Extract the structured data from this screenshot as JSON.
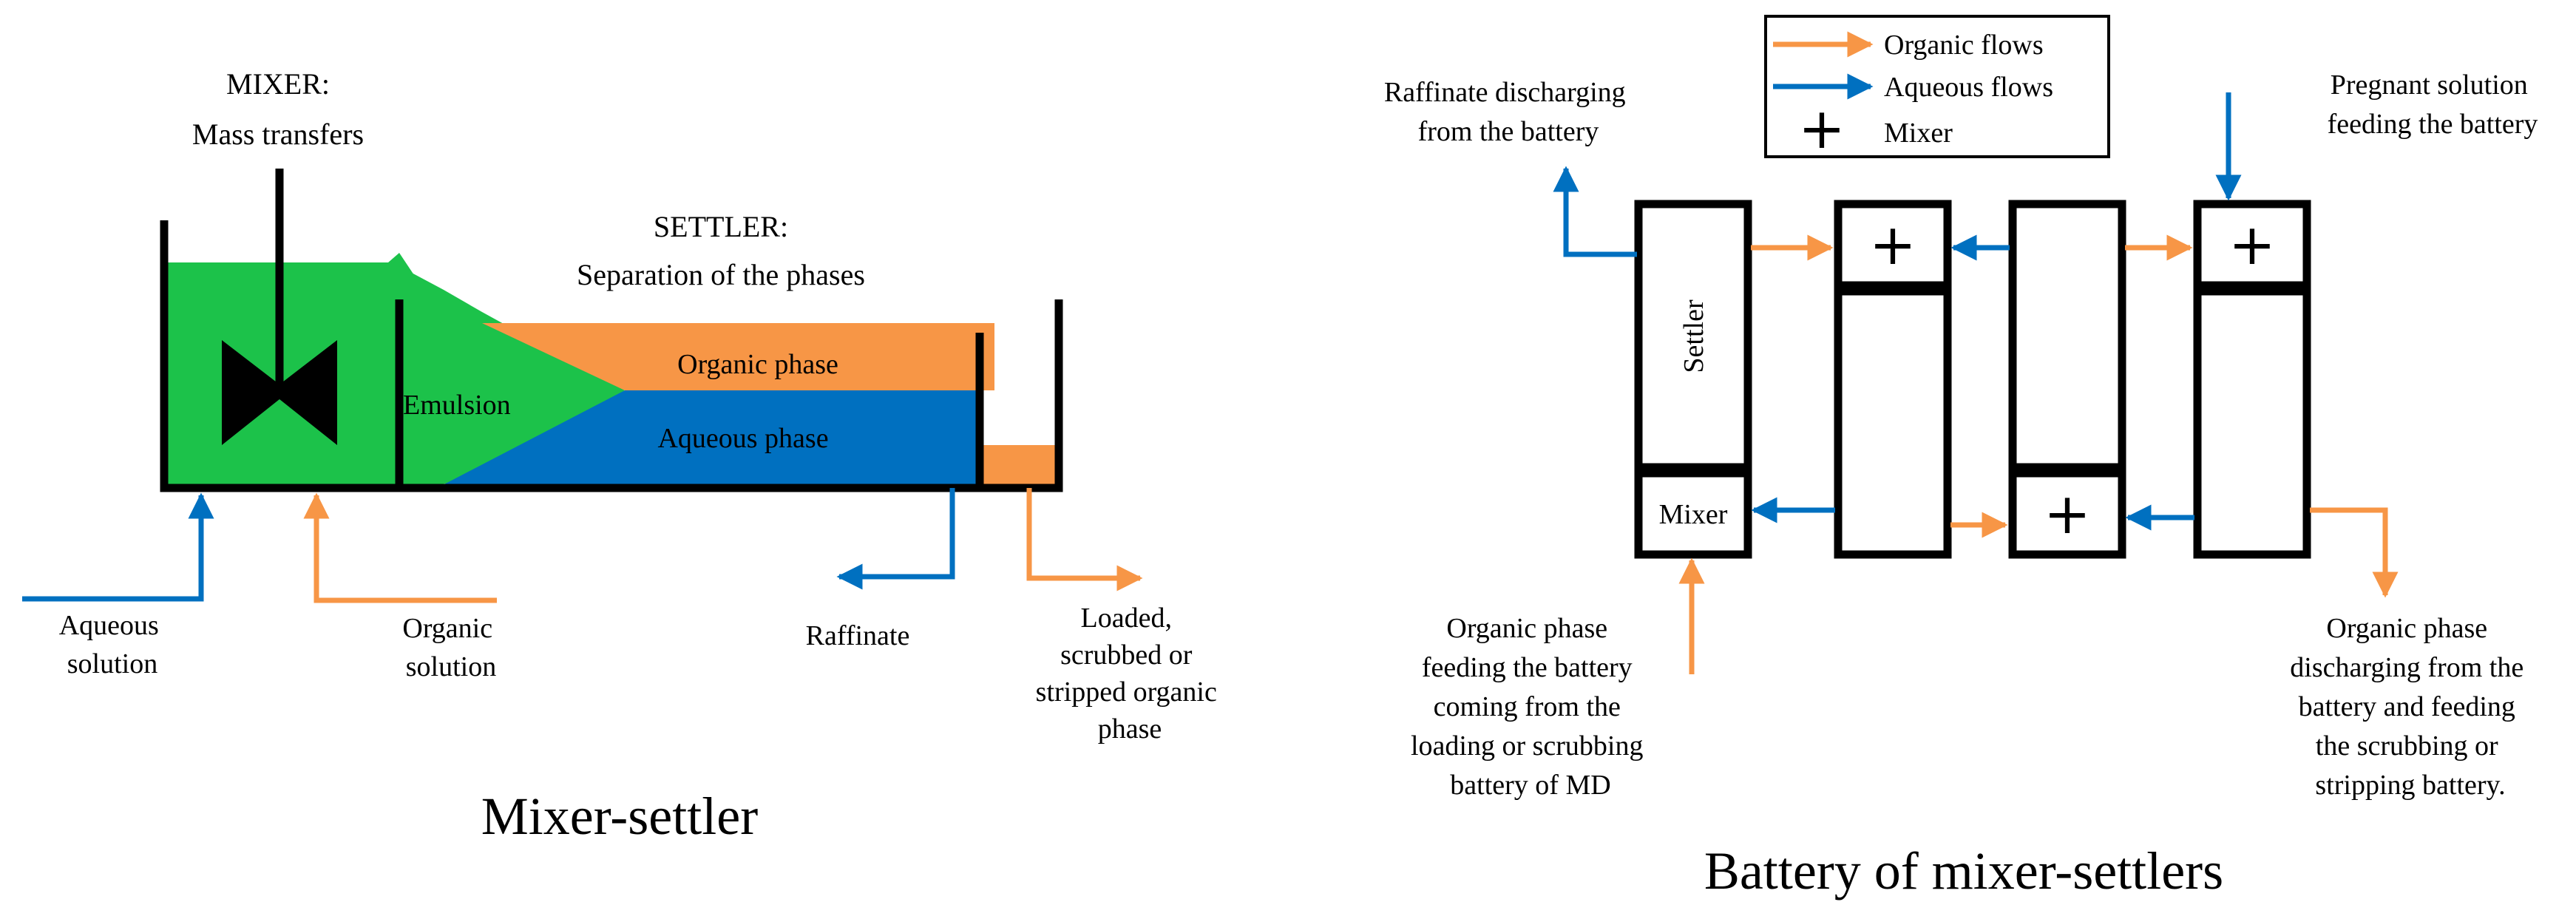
{
  "colors": {
    "organic": "#F79646",
    "aqueous": "#0070C0",
    "emulsion": "#1CC24A",
    "stroke": "#000000"
  },
  "mixer_settler": {
    "mixer_title": "MIXER:",
    "mixer_subtitle": "Mass transfers",
    "settler_title": "SETTLER:",
    "settler_subtitle": "Separation of the phases",
    "emulsion": "Emulsion",
    "organic_phase": "Organic phase",
    "aqueous_phase": "Aqueous phase",
    "aqueous_solution": [
      "Aqueous",
      "solution"
    ],
    "organic_solution": [
      "Organic",
      "solution"
    ],
    "raffinate": "Raffinate",
    "loaded_phase": [
      "Loaded,",
      "scrubbed or",
      "stripped organic",
      "phase"
    ],
    "caption": "Mixer-settler"
  },
  "battery": {
    "legend": {
      "organic_flows": "Organic flows",
      "aqueous_flows": "Aqueous flows",
      "mixer_symbol": "+",
      "mixer": "Mixer"
    },
    "raffinate_discharging": [
      "Raffinate discharging",
      "from the battery"
    ],
    "pregnant_solution": [
      "Pregnant solution",
      "feeding the battery"
    ],
    "settler_label": "Settler",
    "mixer_label": "Mixer",
    "plus_symbol": "+",
    "organic_feed": [
      "Organic phase",
      "feeding the battery",
      "coming from the",
      "loading or scrubbing",
      "battery of MD"
    ],
    "organic_discharge": [
      "Organic phase",
      "discharging from the",
      "battery  and feeding",
      "the scrubbing or",
      "stripping battery."
    ],
    "caption": "Battery of mixer-settlers"
  }
}
